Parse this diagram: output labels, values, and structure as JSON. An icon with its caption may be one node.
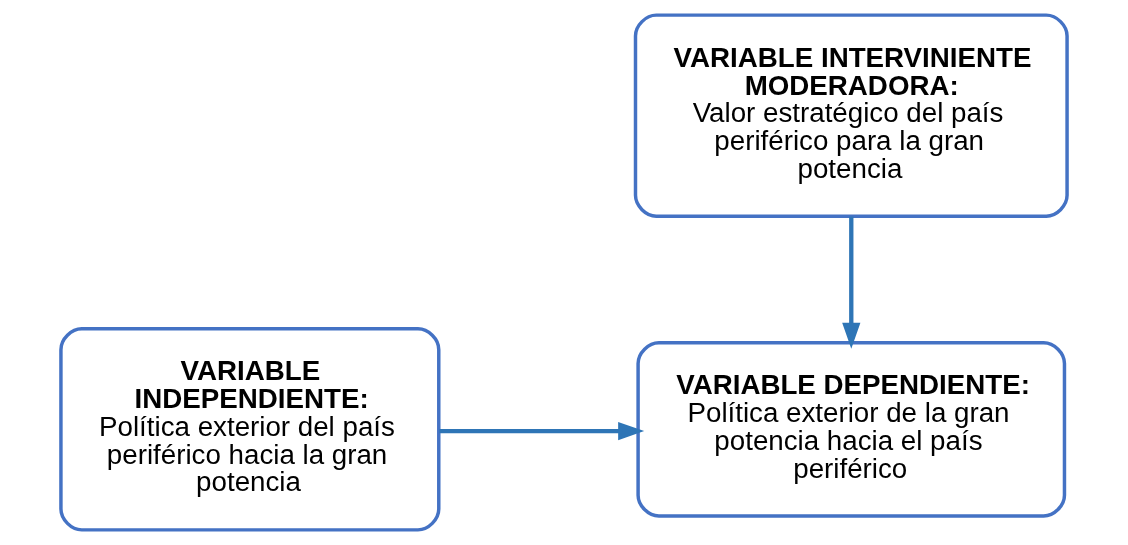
{
  "diagram": {
    "nodes": [
      {
        "text": [
          "VARIABLE INTERVINIENTE MODERADORA:",
          "Valor estratégico del país periférico para la gran potencia"
        ]
      },
      {
        "text": [
          "VARIABLE INDEPENDIENTE:",
          "Política exterior del país periférico hacia la gran potencia"
        ]
      },
      {
        "text": [
          "VARIABLE DEPENDIENTE:",
          "Política exterior de la gran potencia hacia el país periférico"
        ]
      }
    ],
    "edges": [
      {
        "from": 1,
        "to": 2,
        "arrow": "to"
      },
      {
        "from": 0,
        "to": 2,
        "arrow": "to"
      }
    ]
  }
}
